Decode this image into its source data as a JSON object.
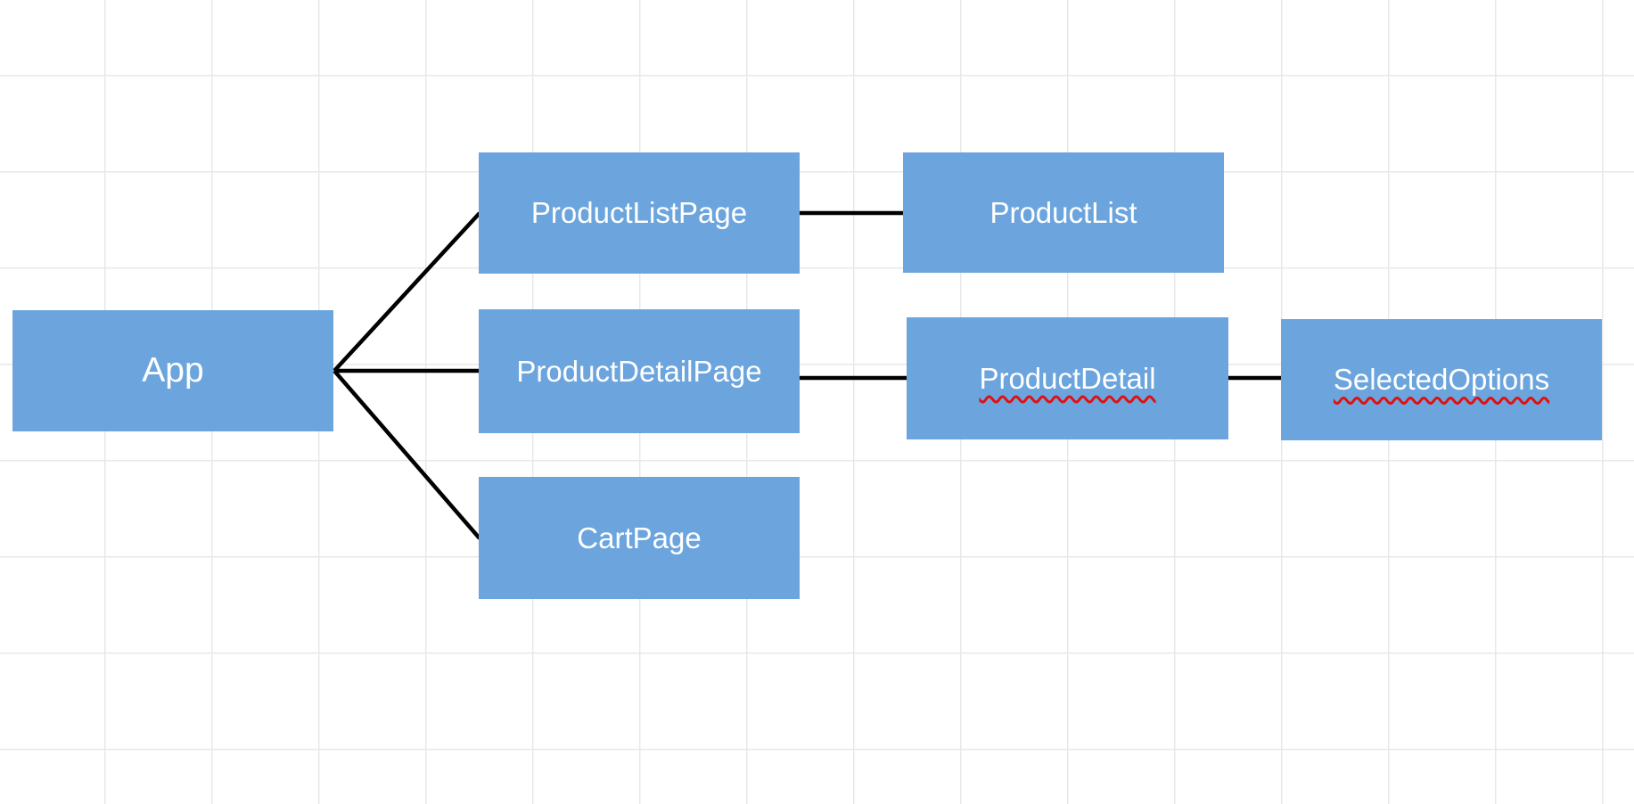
{
  "canvas": {
    "background": "#ffffff",
    "grid_color": "#e8e8e8",
    "node_fill": "#6ca5dd",
    "node_text_color": "#ffffff",
    "connector_color": "#000000",
    "spellcheck_color": "#e01010"
  },
  "nodes": [
    {
      "id": "app",
      "label": "App",
      "misspelled": false
    },
    {
      "id": "productlistpage",
      "label": "ProductListPage",
      "misspelled": false
    },
    {
      "id": "productlist",
      "label": "ProductList",
      "misspelled": false
    },
    {
      "id": "productdetailpage",
      "label": "ProductDetailPage",
      "misspelled": false
    },
    {
      "id": "productdetail",
      "label": "ProductDetail",
      "misspelled": true
    },
    {
      "id": "selectedoptions",
      "label": "SelectedOptions",
      "misspelled": true
    },
    {
      "id": "cartpage",
      "label": "CartPage",
      "misspelled": false
    }
  ],
  "edges": [
    {
      "from": "App",
      "to": "ProductListPage"
    },
    {
      "from": "App",
      "to": "ProductDetailPage"
    },
    {
      "from": "App",
      "to": "CartPage"
    },
    {
      "from": "ProductListPage",
      "to": "ProductList"
    },
    {
      "from": "ProductDetailPage",
      "to": "ProductDetail"
    },
    {
      "from": "ProductDetail",
      "to": "SelectedOptions"
    }
  ]
}
